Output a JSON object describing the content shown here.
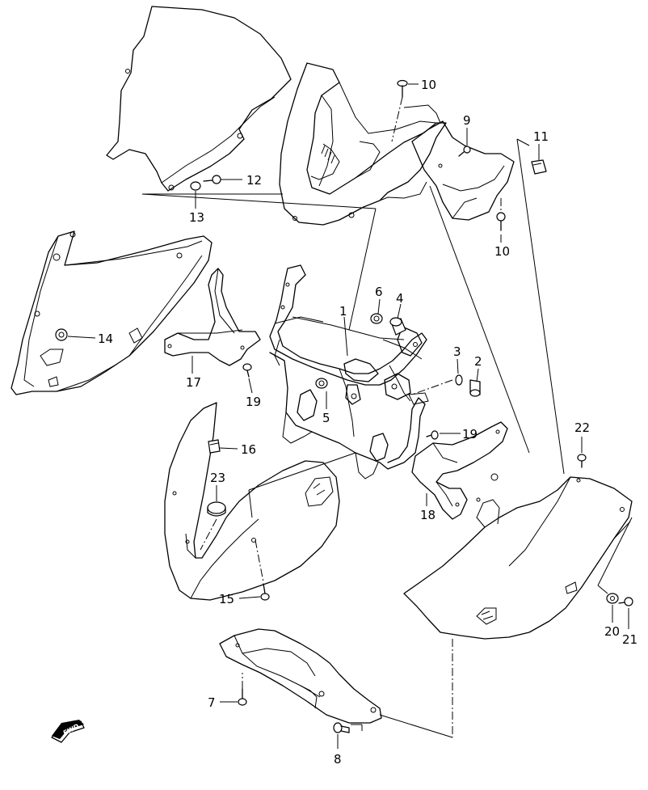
{
  "parts": [
    {
      "key": "p1",
      "number": "1"
    },
    {
      "key": "p2",
      "number": "2"
    },
    {
      "key": "p3",
      "number": "3"
    },
    {
      "key": "p4",
      "number": "4"
    },
    {
      "key": "p5",
      "number": "5"
    },
    {
      "key": "p6",
      "number": "6"
    },
    {
      "key": "p7",
      "number": "7"
    },
    {
      "key": "p8",
      "number": "8"
    },
    {
      "key": "p9",
      "number": "9"
    },
    {
      "key": "p10a",
      "number": "10"
    },
    {
      "key": "p10b",
      "number": "10"
    },
    {
      "key": "p11",
      "number": "11"
    },
    {
      "key": "p12",
      "number": "12"
    },
    {
      "key": "p13",
      "number": "13"
    },
    {
      "key": "p14",
      "number": "14"
    },
    {
      "key": "p15",
      "number": "15"
    },
    {
      "key": "p16",
      "number": "16"
    },
    {
      "key": "p17",
      "number": "17"
    },
    {
      "key": "p18",
      "number": "18"
    },
    {
      "key": "p19a",
      "number": "19"
    },
    {
      "key": "p19b",
      "number": "19"
    },
    {
      "key": "p20",
      "number": "20"
    },
    {
      "key": "p21",
      "number": "21"
    },
    {
      "key": "p22",
      "number": "22"
    },
    {
      "key": "p23",
      "number": "23"
    }
  ],
  "direction_badge": {
    "text": "FWD",
    "icon": "arrow-forward-left-icon"
  },
  "colors": {
    "line": "#000000",
    "background": "#ffffff"
  }
}
